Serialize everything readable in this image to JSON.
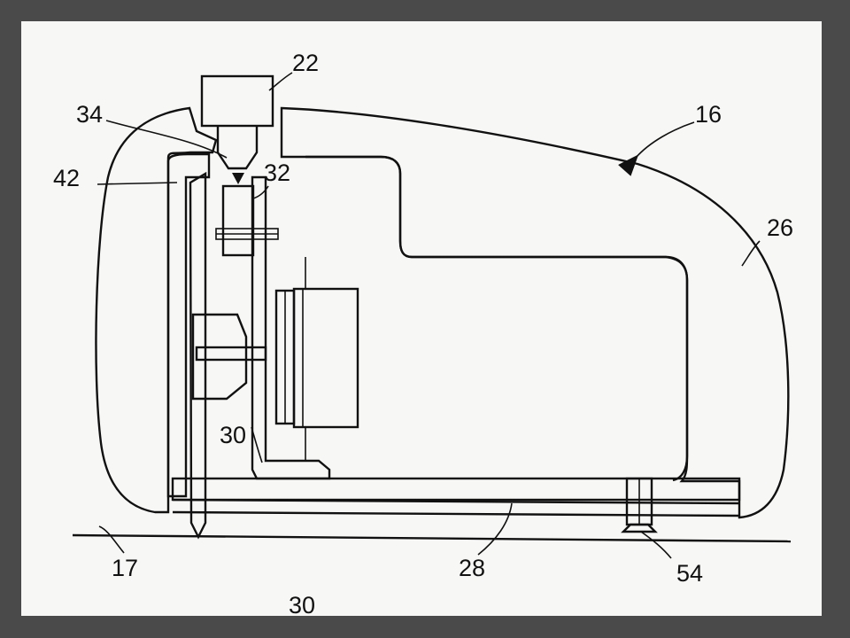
{
  "figure": {
    "labels": [
      {
        "id": "22",
        "text": "22"
      },
      {
        "id": "34",
        "text": "34"
      },
      {
        "id": "16",
        "text": "16"
      },
      {
        "id": "42",
        "text": "42"
      },
      {
        "id": "32",
        "text": "32"
      },
      {
        "id": "26",
        "text": "26"
      },
      {
        "id": "30a",
        "text": "30"
      },
      {
        "id": "17",
        "text": "17"
      },
      {
        "id": "28",
        "text": "28"
      },
      {
        "id": "54",
        "text": "54"
      },
      {
        "id": "30b",
        "text": "30"
      }
    ]
  }
}
